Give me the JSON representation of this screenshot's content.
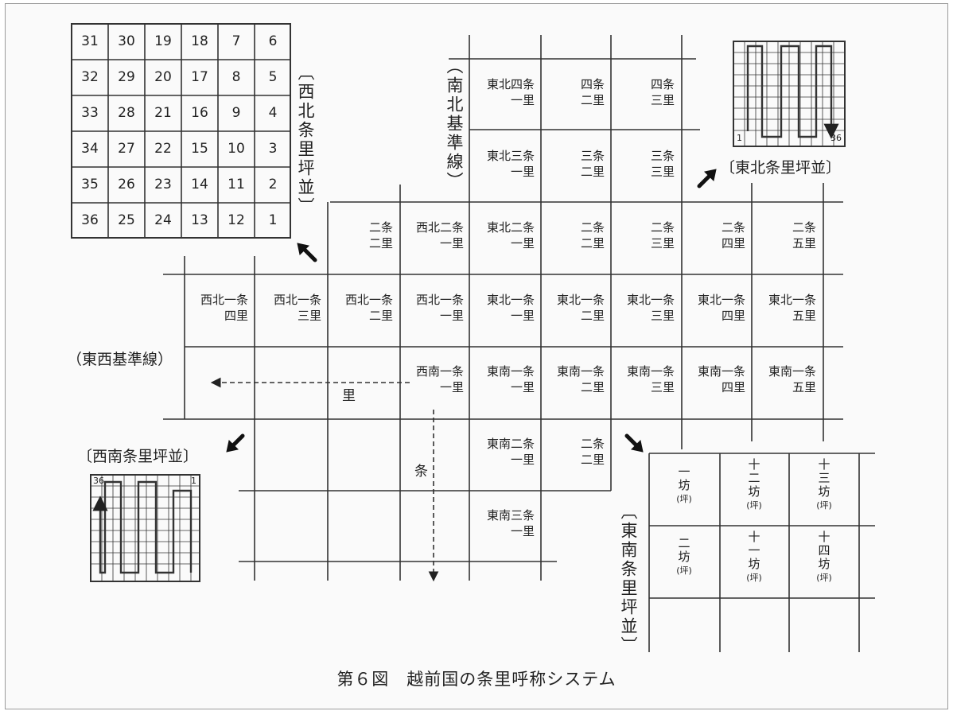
{
  "caption": "第６図　越前国の条里呼称システム",
  "nw_grid_numbers": [
    [
      "31",
      "30",
      "19",
      "18",
      "7",
      "6"
    ],
    [
      "32",
      "29",
      "20",
      "17",
      "8",
      "5"
    ],
    [
      "33",
      "28",
      "21",
      "16",
      "9",
      "4"
    ],
    [
      "34",
      "27",
      "22",
      "15",
      "10",
      "3"
    ],
    [
      "35",
      "26",
      "23",
      "14",
      "11",
      "2"
    ],
    [
      "36",
      "25",
      "24",
      "13",
      "12",
      "1"
    ]
  ],
  "labels": {
    "nw_order": "〔西北条里坪並〕",
    "ne_order": "〔東北条里坪並〕",
    "sw_order": "〔西南条里坪並〕",
    "se_order": "〔東南条里坪並〕",
    "ns_baseline": "（南北基準線）",
    "ew_baseline": "（東西基準線）",
    "ri_axis": "里",
    "jo_axis": "条"
  },
  "mini_grid": {
    "ne_start": "1",
    "ne_end": "36",
    "sw_start": "1",
    "sw_end": "36"
  },
  "cells": {
    "ne_4_1": [
      "東北四条",
      "一里"
    ],
    "ne_4_2": [
      "四条",
      "二里"
    ],
    "ne_4_3": [
      "四条",
      "三里"
    ],
    "ne_3_1": [
      "東北三条",
      "一里"
    ],
    "ne_3_2": [
      "三条",
      "二里"
    ],
    "ne_3_3": [
      "三条",
      "三里"
    ],
    "nw_2_2": [
      "二条",
      "二里"
    ],
    "nw_2_1": [
      "西北二条",
      "一里"
    ],
    "ne_2_1": [
      "東北二条",
      "一里"
    ],
    "ne_2_2": [
      "二条",
      "二里"
    ],
    "ne_2_3": [
      "二条",
      "三里"
    ],
    "ne_2_4": [
      "二条",
      "四里"
    ],
    "ne_2_5": [
      "二条",
      "五里"
    ],
    "nw_1_4": [
      "西北一条",
      "四里"
    ],
    "nw_1_3": [
      "西北一条",
      "三里"
    ],
    "nw_1_2": [
      "西北一条",
      "二里"
    ],
    "nw_1_1": [
      "西北一条",
      "一里"
    ],
    "ne_1_1": [
      "東北一条",
      "一里"
    ],
    "ne_1_2": [
      "東北一条",
      "二里"
    ],
    "ne_1_3": [
      "東北一条",
      "三里"
    ],
    "ne_1_4": [
      "東北一条",
      "四里"
    ],
    "ne_1_5": [
      "東北一条",
      "五里"
    ],
    "sw_1_1": [
      "西南一条",
      "一里"
    ],
    "se_1_1": [
      "東南一条",
      "一里"
    ],
    "se_1_2": [
      "東南一条",
      "二里"
    ],
    "se_1_3": [
      "東南一条",
      "三里"
    ],
    "se_1_4": [
      "東南一条",
      "四里"
    ],
    "se_1_5": [
      "東南一条",
      "五里"
    ],
    "se_2_1": [
      "東南二条",
      "一里"
    ],
    "se_2_2": [
      "二条",
      "二里"
    ],
    "se_3_1": [
      "東南三条",
      "一里"
    ]
  },
  "tsubo": {
    "t1": [
      "一",
      "坊",
      "(坪)"
    ],
    "t12": [
      "十",
      "二",
      "坊",
      "(坪)"
    ],
    "t13": [
      "十",
      "三",
      "坊",
      "(坪)"
    ],
    "t2": [
      "二",
      "坊",
      "(坪)"
    ],
    "t11": [
      "十",
      "一",
      "坊",
      "(坪)"
    ],
    "t14": [
      "十",
      "四",
      "坊",
      "(坪)"
    ]
  }
}
